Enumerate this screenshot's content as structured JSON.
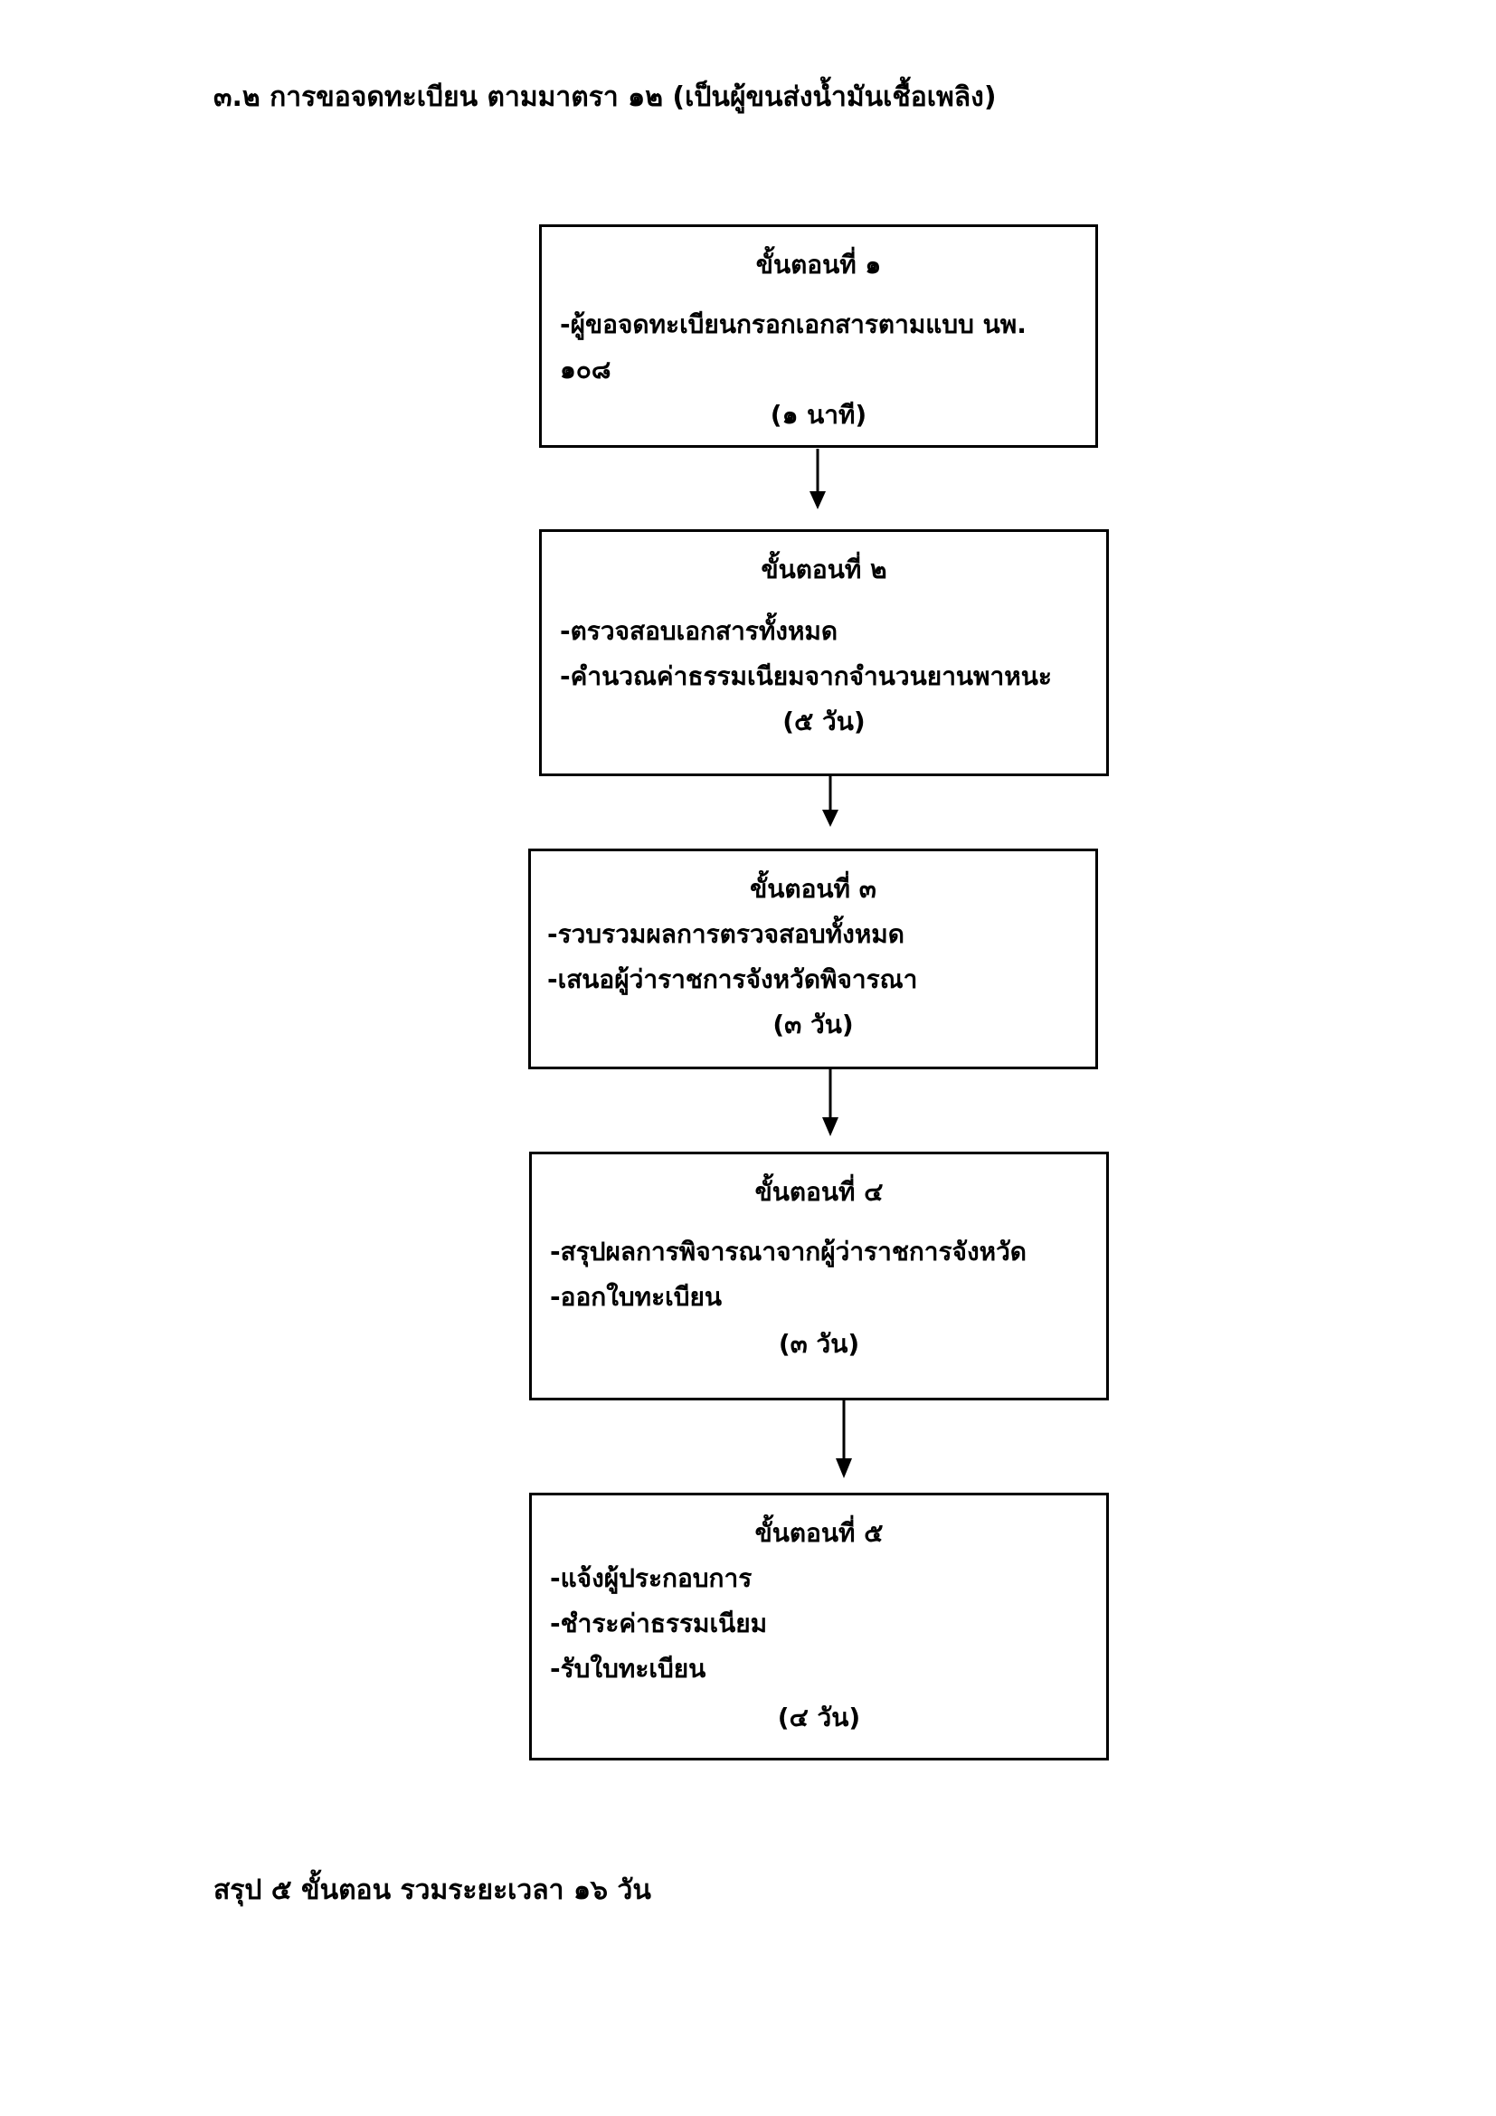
{
  "heading": "๓.๒ การขอจดทะเบียน ตามมาตรา ๑๒ (เป็นผู้ขนส่งน้ำมันเชื้อเพลิง)",
  "steps": [
    {
      "title": "ขั้นตอนที่ ๑",
      "lines": [
        "-ผู้ขอจดทะเบียนกรอกเอกสารตามแบบ นพ.",
        "๑๐๘"
      ],
      "duration": "(๑ นาที)"
    },
    {
      "title": "ขั้นตอนที่ ๒",
      "lines": [
        "-ตรวจสอบเอกสารทั้งหมด",
        "-คำนวณค่าธรรมเนียมจากจำนวนยานพาหนะ"
      ],
      "duration": "(๕ วัน)"
    },
    {
      "title": "ขั้นตอนที่ ๓",
      "lines": [
        "-รวบรวมผลการตรวจสอบทั้งหมด",
        "-เสนอผู้ว่าราชการจังหวัดพิจารณา"
      ],
      "duration": "(๓ วัน)"
    },
    {
      "title": "ขั้นตอนที่ ๔",
      "lines": [
        "-สรุปผลการพิจารณาจากผู้ว่าราชการจังหวัด",
        "-ออกใบทะเบียน"
      ],
      "duration": "(๓ วัน)"
    },
    {
      "title": "ขั้นตอนที่ ๕",
      "lines": [
        "-แจ้งผู้ประกอบการ",
        "-ชำระค่าธรรมเนียม",
        "-รับใบทะเบียน"
      ],
      "duration": "(๔ วัน)"
    }
  ],
  "summary": "สรุป ๕ ขั้นตอน รวมระยะเวลา ๑๖ วัน"
}
